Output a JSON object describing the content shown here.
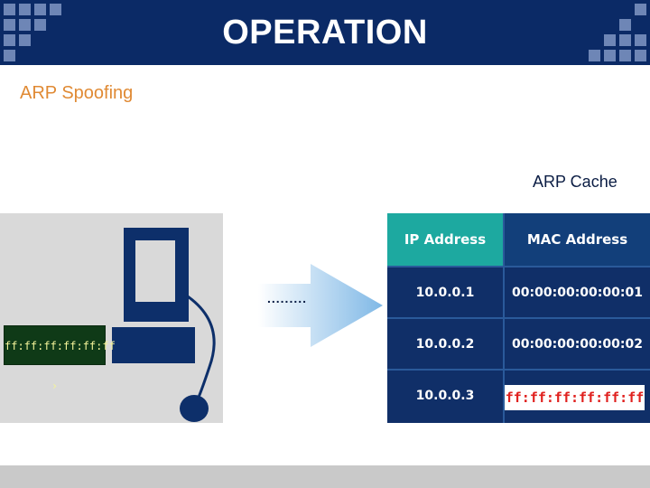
{
  "slide": {
    "title": "OPERATION",
    "subtitle": "ARP Spoofing",
    "cache_label": "ARP Cache"
  },
  "attacker": {
    "mac_tag": "ff:ff:ff:ff:ff:ff",
    "dots": "........."
  },
  "arp_table": {
    "headers": [
      "IP Address",
      "MAC Address"
    ],
    "rows": [
      {
        "ip": "10.0.0.1",
        "mac": "00:00:00:00:00:01"
      },
      {
        "ip": "10.0.0.2",
        "mac": "00:00:00:00:00:02"
      },
      {
        "ip": "10.0.0.3",
        "mac": "ff:ff:ff:ff:ff:ff"
      }
    ]
  },
  "colors": {
    "title_bar": "#0b2a66",
    "subtitle": "#e08a34",
    "table_bg": "#102f68",
    "ip_header": "#1da9a0",
    "spoofed_mac": "#e0201e",
    "mac_tag_bg": "#0f3a17"
  }
}
